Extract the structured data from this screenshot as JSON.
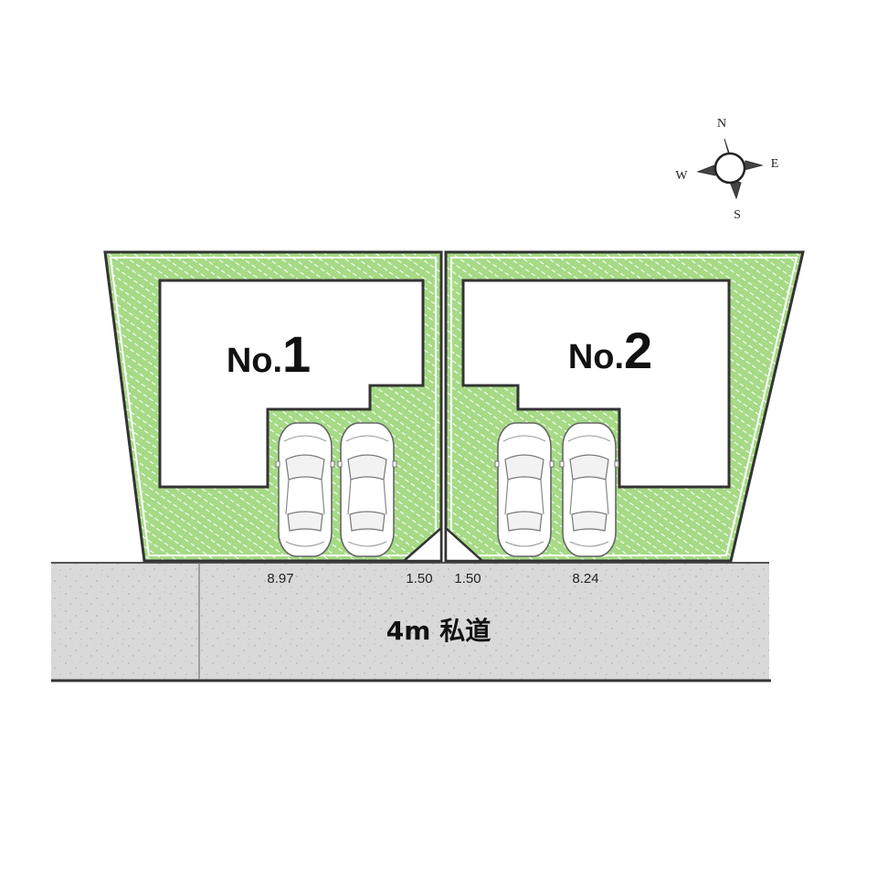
{
  "lots": [
    {
      "label_prefix": "No.",
      "label_number": "1"
    },
    {
      "label_prefix": "No.",
      "label_number": "2"
    }
  ],
  "road": {
    "label": "4m 私道"
  },
  "frontage": {
    "lot1_width": "8.97",
    "lot1_passage": "1.50",
    "lot2_passage": "1.50",
    "lot2_width": "8.24"
  },
  "compass": {
    "north": "N",
    "east": "E",
    "south": "S",
    "west": "W"
  },
  "colors": {
    "lot_fill": "#a6da86",
    "lot_hatch": "#ffffff",
    "road_fill": "#d9d9d9",
    "outline": "#333333"
  }
}
